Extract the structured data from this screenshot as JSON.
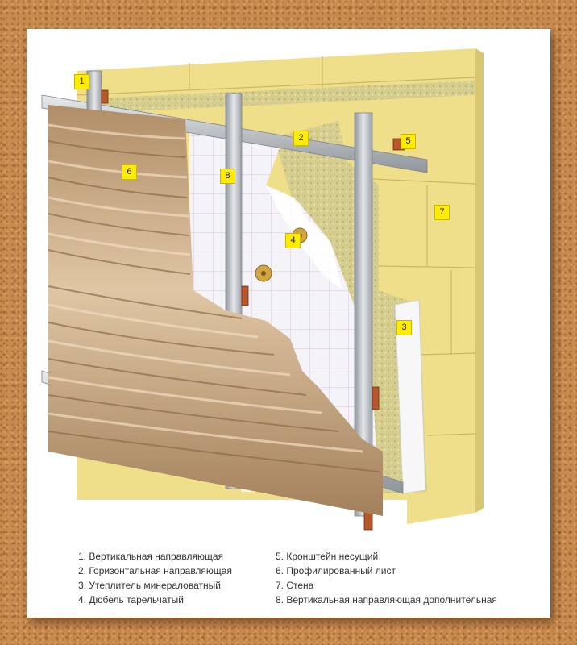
{
  "colors": {
    "background": "#c88a4e",
    "panel": "#ffffff",
    "wall": "#f2e08c",
    "insulation": "#dcd39a",
    "profiled_sheet": "#c9aa84",
    "rails": "#b9bec4",
    "badge": "#ffec00"
  },
  "badges": [
    "1",
    "2",
    "3",
    "4",
    "5",
    "6",
    "7",
    "8"
  ],
  "legend": {
    "left": [
      "1. Вертикальная направляющая",
      "2. Горизонтальная направляющая",
      "3. Утеплитель минераловатный",
      "4. Дюбель тарельчатый"
    ],
    "right": [
      "5. Кронштейн несущий",
      "6. Профилированный лист",
      "7. Стена",
      "8. Вертикальная направляющая дополнительная"
    ]
  }
}
